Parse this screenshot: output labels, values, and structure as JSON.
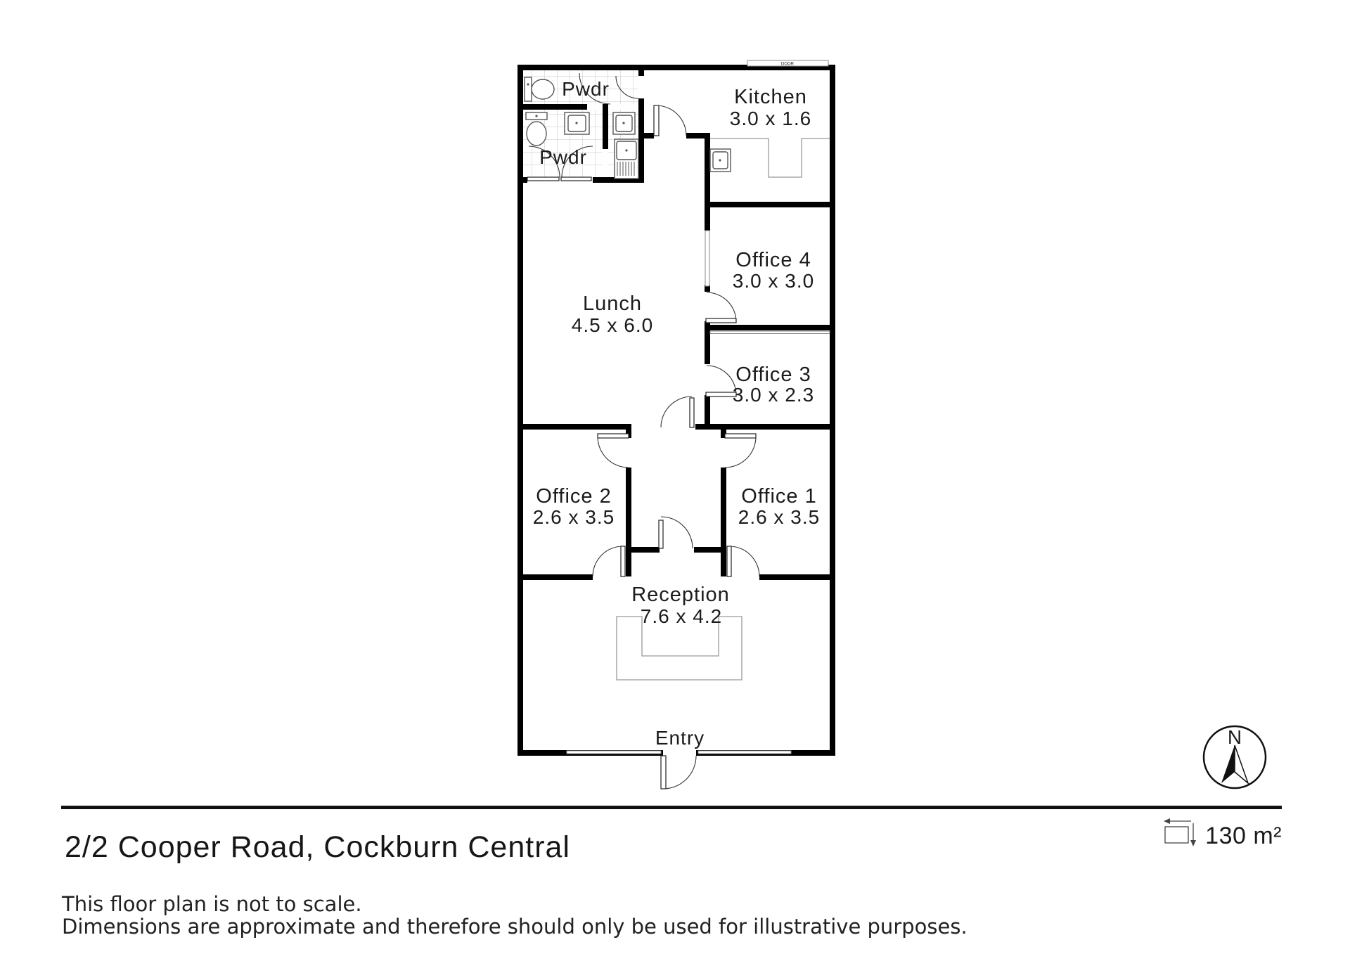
{
  "plan": {
    "rooms": [
      {
        "name": "Pwdr",
        "dims": ""
      },
      {
        "name": "Pwdr",
        "dims": ""
      },
      {
        "name": "Kitchen",
        "dims": "3.0 x 1.6"
      },
      {
        "name": "Lunch",
        "dims": "4.5 x 6.0"
      },
      {
        "name": "Office 4",
        "dims": "3.0 x 3.0"
      },
      {
        "name": "Office 3",
        "dims": "3.0 x 2.3"
      },
      {
        "name": "Office 2",
        "dims": "2.6 x 3.5"
      },
      {
        "name": "Office 1",
        "dims": "2.6 x 3.5"
      },
      {
        "name": "Reception",
        "dims": "7.6 x 4.2"
      }
    ],
    "entry_label": "Entry",
    "door_label": "DOOR",
    "compass_label": "N"
  },
  "footer": {
    "title": "2/2 Cooper Road, Cockburn Central",
    "area": "130 m²",
    "disclaimer_line1": "This floor plan is not to scale.",
    "disclaimer_line2": "Dimensions are approximate and therefore should only be used for illustrative purposes."
  },
  "colors": {
    "wall": "#000000",
    "text": "#1b1b1b",
    "furniture_line": "#999999",
    "tile_line": "#c4c4c4"
  }
}
